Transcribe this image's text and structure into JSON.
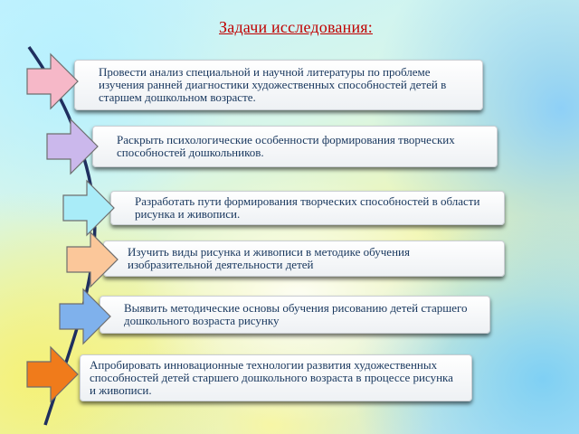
{
  "title": "Задачи исследования:",
  "tasks": [
    {
      "text": "Провести  анализ  специальной и научной литературы  по проблеме изучения ранней диагностики художественных  способностей  детей в старшем  дошкольном возрасте.",
      "color": "#f6b8c8"
    },
    {
      "text": "Раскрыть психологические особенности формирования творческих способностей дошкольников.",
      "color": "#cbb8ec"
    },
    {
      "text": "Разработать  пути  формирования творческих способностей  в области рисунка и живописи.",
      "color": "#a9ecf8"
    },
    {
      "text": "Изучить виды рисунка и живописи  в методике обучения изобразительной деятельности детей",
      "color": "#fbc79a"
    },
    {
      "text": "Выявить методические основы обучения рисованию детей старшего дошкольного возраста рисунку",
      "color": "#7fb1ec"
    },
    {
      "text": "Апробировать инновационные технологии развития художественных способностей детей старшего  дошкольного возраста в процессе рисунка и живописи.",
      "color": "#f07b1b"
    }
  ]
}
